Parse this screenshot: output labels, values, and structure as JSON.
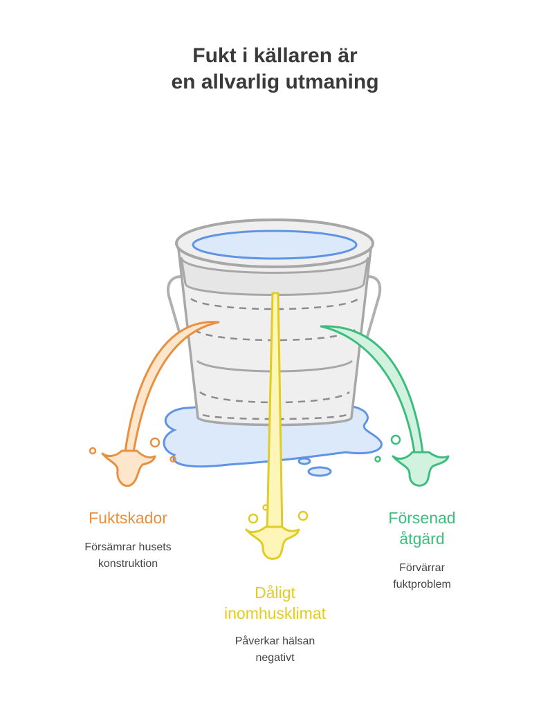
{
  "title": {
    "line1": "Fukt i källaren är",
    "line2": "en allvarlig utmaning"
  },
  "colors": {
    "bucket_fill": "#efefef",
    "bucket_stroke": "#a7a7a7",
    "water": "#dce9fb",
    "water_stroke": "#5e93e6",
    "left_stream": "#e8903f",
    "middle_stream": "#e0cc22",
    "right_stream": "#3dbd7d"
  },
  "items": {
    "left": {
      "title": "Fuktskador",
      "desc_line1": "Försämrar husets",
      "desc_line2": "konstruktion",
      "icon": "orange-splash-icon"
    },
    "middle": {
      "title_line1": "Dåligt",
      "title_line2": "inomhusklimat",
      "desc_line1": "Påverkar hälsan",
      "desc_line2": "negativt",
      "icon": "yellow-splash-icon"
    },
    "right": {
      "title_line1": "Försenad",
      "title_line2": "åtgärd",
      "desc_line1": "Förvärrar",
      "desc_line2": "fuktproblem",
      "icon": "green-splash-icon"
    }
  }
}
